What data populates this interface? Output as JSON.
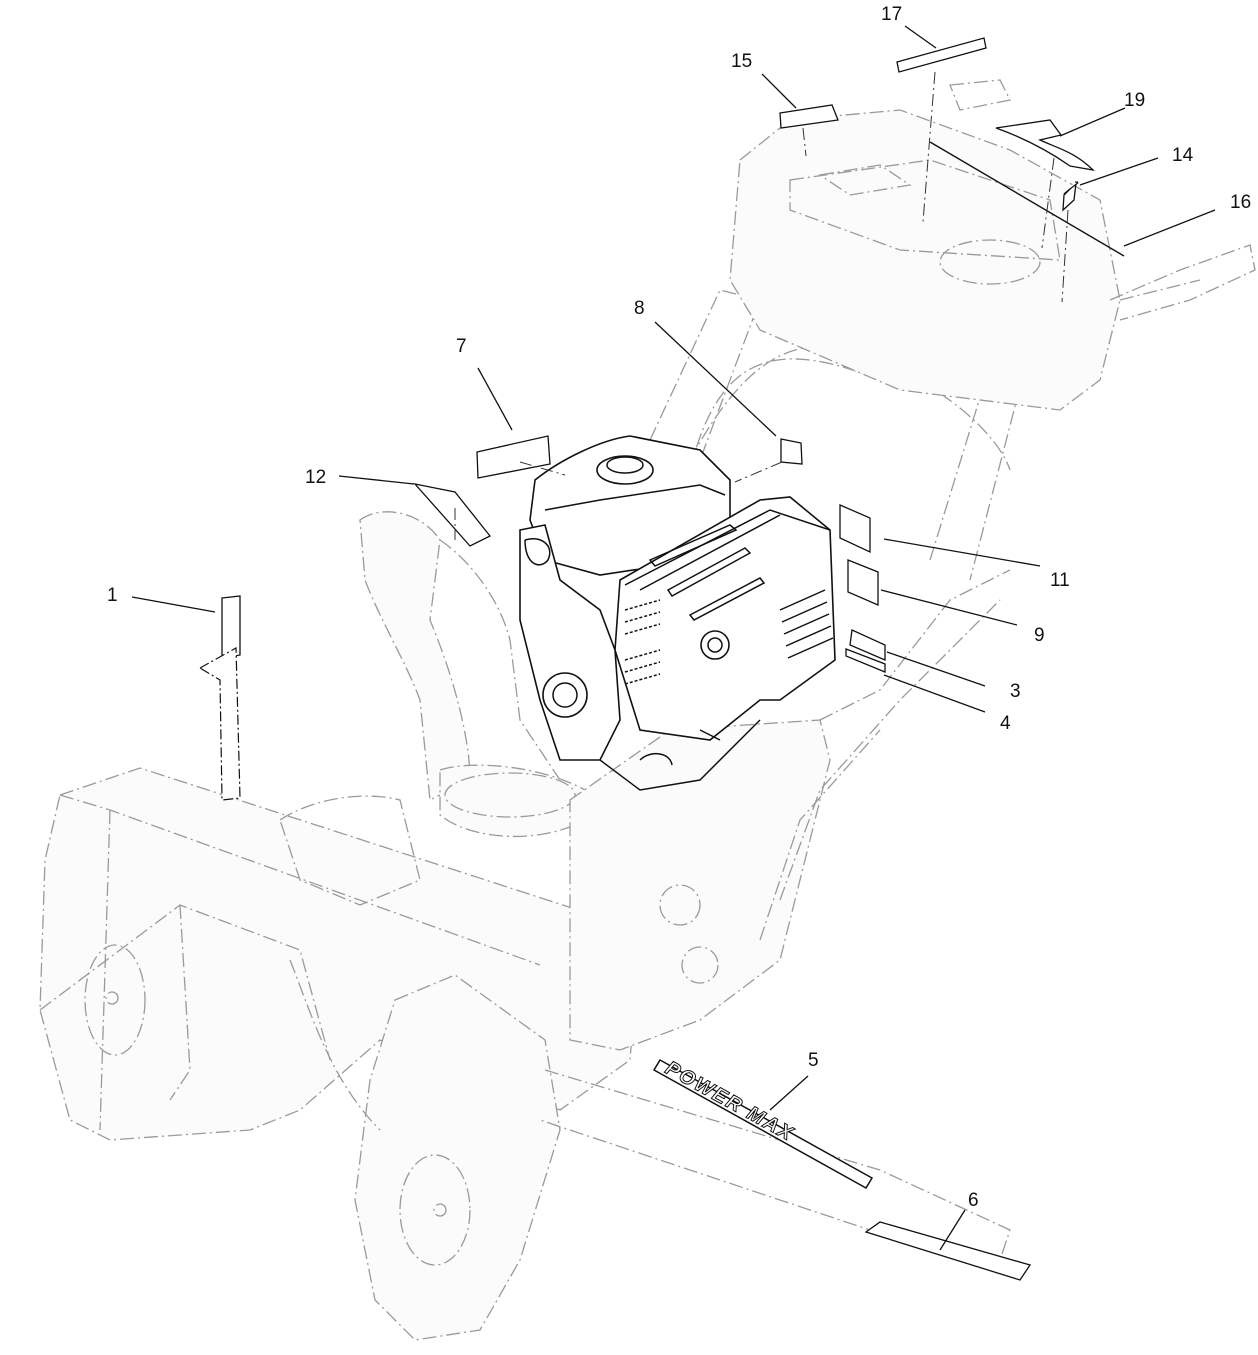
{
  "callouts": [
    {
      "id": "c1",
      "label": "1"
    },
    {
      "id": "c3",
      "label": "3"
    },
    {
      "id": "c4",
      "label": "4"
    },
    {
      "id": "c5",
      "label": "5"
    },
    {
      "id": "c6",
      "label": "6"
    },
    {
      "id": "c7",
      "label": "7"
    },
    {
      "id": "c8",
      "label": "8"
    },
    {
      "id": "c9",
      "label": "9"
    },
    {
      "id": "c11",
      "label": "11"
    },
    {
      "id": "c12",
      "label": "12"
    },
    {
      "id": "c14",
      "label": "14"
    },
    {
      "id": "c15",
      "label": "15"
    },
    {
      "id": "c16",
      "label": "16"
    },
    {
      "id": "c17",
      "label": "17"
    },
    {
      "id": "c19",
      "label": "19"
    }
  ],
  "decal_text": {
    "power_max": "POWER MAX"
  }
}
